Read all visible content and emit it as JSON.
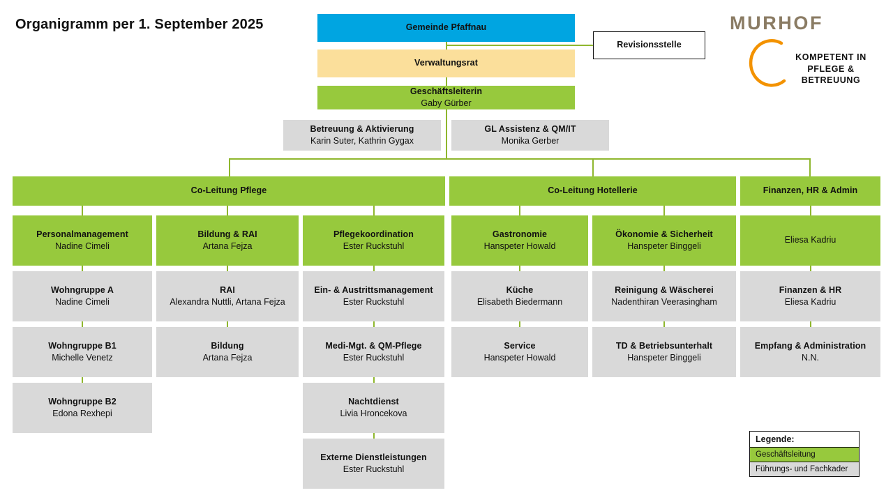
{
  "page": {
    "title": "Organigramm per 1. September 2025"
  },
  "logo": {
    "wordmark": "MURHOF",
    "tagline_line1": "KOMPETENT IN",
    "tagline_line2": "PFLEGE & BETREUUNG",
    "wordmark_color": "#8A7B63",
    "arc_color": "#F39200"
  },
  "colors": {
    "blue": "#00A5E1",
    "yellow": "#FBDF9B",
    "green": "#97C93D",
    "gray": "#D9D9D9",
    "connector": "#8FB72E",
    "outline": "#111111"
  },
  "nodes": {
    "gemeinde": {
      "title": "Gemeinde Pfaffnau",
      "person": ""
    },
    "revision": {
      "title": "Revisionsstelle",
      "person": ""
    },
    "verwaltungsrat": {
      "title": "Verwaltungsrat",
      "person": ""
    },
    "geschaeftsleiterin": {
      "title": "Geschäftsleiterin",
      "person": "Gaby Gürber"
    },
    "betreuung": {
      "title": "Betreuung & Aktivierung",
      "person": "Karin Suter, Kathrin Gygax"
    },
    "glassistenz": {
      "title": "GL Assistenz & QM/IT",
      "person": "Monika Gerber"
    },
    "coleitung_pflege": {
      "title": "Co-Leitung Pflege",
      "person": ""
    },
    "coleitung_hotellerie": {
      "title": "Co-Leitung Hotellerie",
      "person": ""
    },
    "finanzen_hr_admin": {
      "title": "Finanzen, HR & Admin",
      "person": ""
    }
  },
  "columns": [
    {
      "key": "personalmanagement",
      "head": {
        "title": "Personalmanagement",
        "person": "Nadine Cimeli",
        "type": "green"
      },
      "children": [
        {
          "title": "Wohngruppe A",
          "person": "Nadine Cimeli",
          "type": "gray"
        },
        {
          "title": "Wohngruppe B1",
          "person": "Michelle Venetz",
          "type": "gray"
        },
        {
          "title": "Wohngruppe B2",
          "person": "Edona Rexhepi",
          "type": "gray"
        }
      ]
    },
    {
      "key": "bildung_rai",
      "head": {
        "title": "Bildung & RAI",
        "person": "Artana Fejza",
        "type": "green"
      },
      "children": [
        {
          "title": "RAI",
          "person": "Alexandra Nuttli, Artana Fejza",
          "type": "gray"
        },
        {
          "title": "Bildung",
          "person": "Artana Fejza",
          "type": "gray"
        }
      ]
    },
    {
      "key": "pflegekoordination",
      "head": {
        "title": "Pflegekoordination",
        "person": "Ester Ruckstuhl",
        "type": "green"
      },
      "children": [
        {
          "title": "Ein- & Austrittsmanagement",
          "person": "Ester Ruckstuhl",
          "type": "gray"
        },
        {
          "title": "Medi-Mgt. & QM-Pflege",
          "person": "Ester Ruckstuhl",
          "type": "gray"
        },
        {
          "title": "Nachtdienst",
          "person": "Livia Hroncekova",
          "type": "gray"
        },
        {
          "title": "Externe Dienstleistungen",
          "person": "Ester Ruckstuhl",
          "type": "gray"
        }
      ]
    },
    {
      "key": "gastronomie",
      "head": {
        "title": "Gastronomie",
        "person": "Hanspeter Howald",
        "type": "green"
      },
      "children": [
        {
          "title": "Küche",
          "person": "Elisabeth Biedermann",
          "type": "gray"
        },
        {
          "title": "Service",
          "person": "Hanspeter Howald",
          "type": "gray"
        }
      ]
    },
    {
      "key": "oekonomie_sicherheit",
      "head": {
        "title": "Ökonomie & Sicherheit",
        "person": "Hanspeter Binggeli",
        "type": "green"
      },
      "children": [
        {
          "title": "Reinigung & Wäscherei",
          "person": "Nadenthiran Veerasingham",
          "type": "gray"
        },
        {
          "title": "TD & Betriebsunterhalt",
          "person": "Hanspeter Binggeli",
          "type": "gray"
        }
      ]
    },
    {
      "key": "finanzen_col",
      "head": {
        "title": "",
        "person": "Eliesa Kadriu",
        "type": "green"
      },
      "children": [
        {
          "title": "Finanzen & HR",
          "person": "Eliesa Kadriu",
          "type": "gray"
        },
        {
          "title": "Empfang & Administration",
          "person": "N.N.",
          "type": "gray"
        }
      ]
    }
  ],
  "legend": {
    "heading": "Legende:",
    "items": [
      {
        "label": "Geschäftsleitung",
        "swatch": "#97C93D"
      },
      {
        "label": "Führungs- und Fachkader",
        "swatch": "#D9D9D9"
      }
    ]
  }
}
